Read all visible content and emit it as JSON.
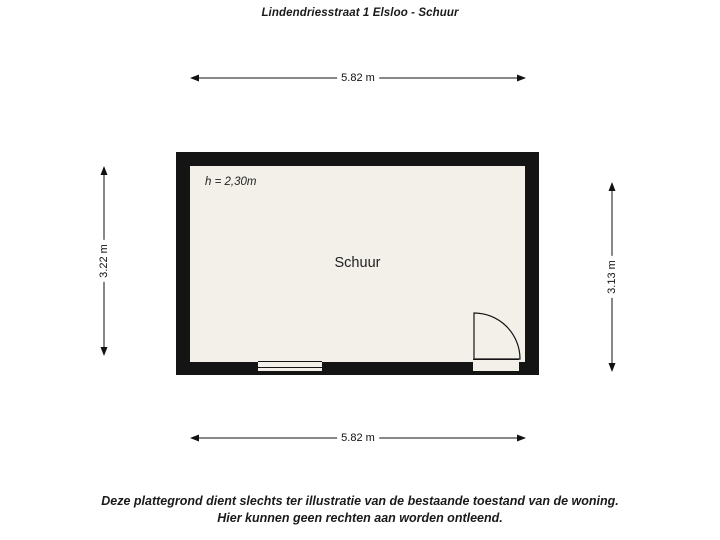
{
  "title": "Lindendriesstraat 1 Elsloo - Schuur",
  "plan": {
    "room_label": "Schuur",
    "height_note": "h = 2,30m",
    "dimensions": {
      "top": "5.82 m",
      "bottom": "5.82 m",
      "left": "3.22 m",
      "right": "3.13 m"
    }
  },
  "footer": {
    "line1": "Deze plattegrond dient slechts ter illustratie van de bestaande toestand van de woning.",
    "line2": "Hier kunnen geen rechten aan worden ontleend."
  },
  "colors": {
    "wall": "#141414",
    "floor": "#f2f0e9",
    "text": "#1a1a1a",
    "background": "#ffffff"
  }
}
